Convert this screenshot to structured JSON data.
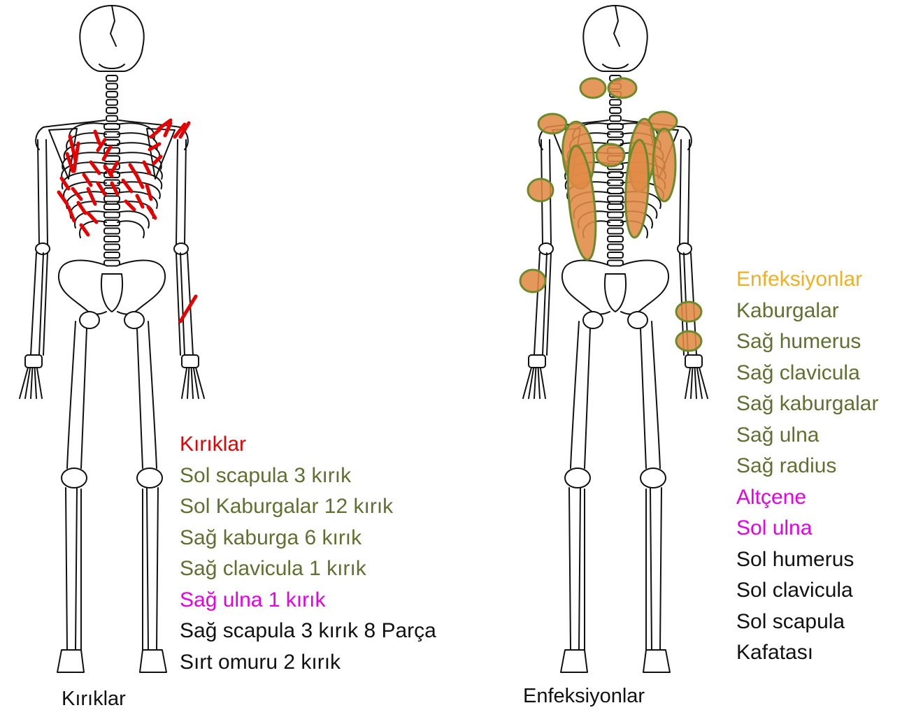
{
  "colors": {
    "fracture_mark": "#e60000",
    "infection_fill": "#e08a45",
    "infection_stroke": "#6b8a2a",
    "green_text": "#5f7030",
    "magenta_text": "#e600e6",
    "orange_text": "#f0b020",
    "black_text": "#111111"
  },
  "left_panel": {
    "caption": "Kırıklar",
    "legend": [
      {
        "text": "Kırıklar",
        "color": "#e60000"
      },
      {
        "text": "Sol scapula 3 kırık",
        "color": "#5f7030"
      },
      {
        "text": "Sol Kaburgalar 12 kırık",
        "color": "#5f7030"
      },
      {
        "text": "Sağ kaburga 6 kırık",
        "color": "#5f7030"
      },
      {
        "text": "Sağ clavicula  1 kırık",
        "color": "#5f7030"
      },
      {
        "text": "Sağ ulna 1 kırık",
        "color": "#e600e6"
      },
      {
        "text": "Sağ scapula 3 kırık 8 Parça",
        "color": "#111111"
      },
      {
        "text": "Sırt omuru 2 kırık",
        "color": "#111111"
      }
    ]
  },
  "right_panel": {
    "caption": "Enfeksiyonlar",
    "legend": [
      {
        "text": "Enfeksiyonlar",
        "color": "#f0b020"
      },
      {
        "text": "Kaburgalar",
        "color": "#5f7030"
      },
      {
        "text": "Sağ humerus",
        "color": "#5f7030"
      },
      {
        "text": "Sağ clavicula",
        "color": "#5f7030"
      },
      {
        "text": "Sağ kaburgalar",
        "color": "#5f7030"
      },
      {
        "text": "Sağ ulna",
        "color": "#5f7030"
      },
      {
        "text": "Sağ radius",
        "color": "#5f7030"
      },
      {
        "text": "Altçene",
        "color": "#e600e6"
      },
      {
        "text": "Sol ulna",
        "color": "#e600e6"
      },
      {
        "text": "Sol humerus",
        "color": "#111111"
      },
      {
        "text": "Sol clavicula",
        "color": "#111111"
      },
      {
        "text": "Sol scapula",
        "color": "#111111"
      },
      {
        "text": "Kafatası",
        "color": "#111111"
      }
    ]
  }
}
